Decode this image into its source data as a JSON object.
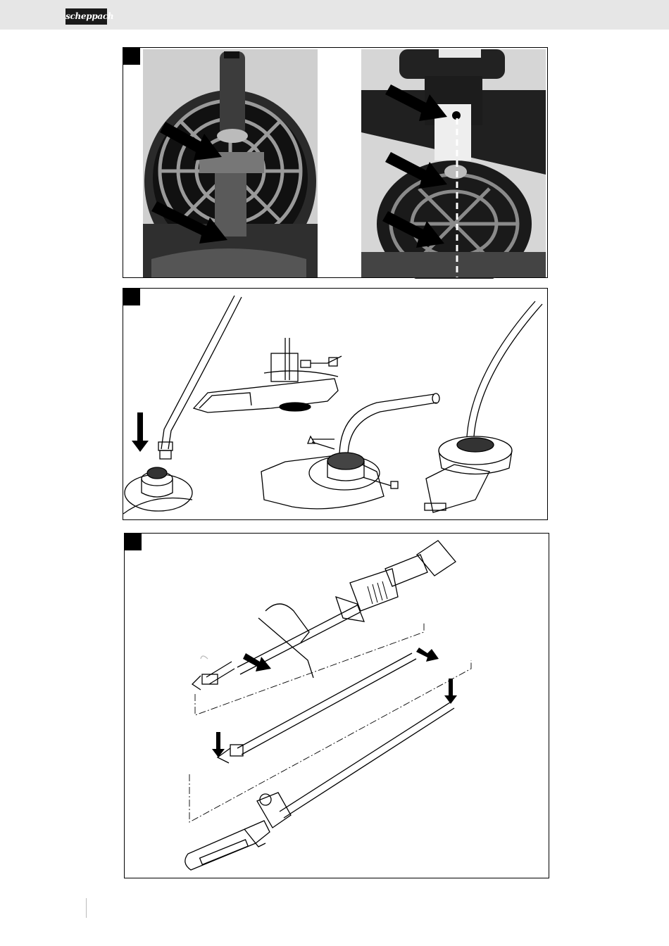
{
  "header": {
    "logo_text": "scheppach"
  },
  "figures": [
    {
      "name": "figure-1",
      "panels": [
        "photo-fan-cover-arrows",
        "photo-shaft-alignment"
      ]
    },
    {
      "name": "figure-2",
      "panels": [
        "tube-insertion",
        "motor-housing-detail",
        "screw-fixing",
        "assembled-blower"
      ]
    },
    {
      "name": "figure-3",
      "panels": [
        "extension-pole-assembly",
        "pole-saw-attachment"
      ]
    }
  ],
  "colors": {
    "header": "#e6e6e6",
    "ink": "#000000",
    "photo_dark": "#1e1e1e",
    "photo_mid": "#6b6b6b"
  }
}
